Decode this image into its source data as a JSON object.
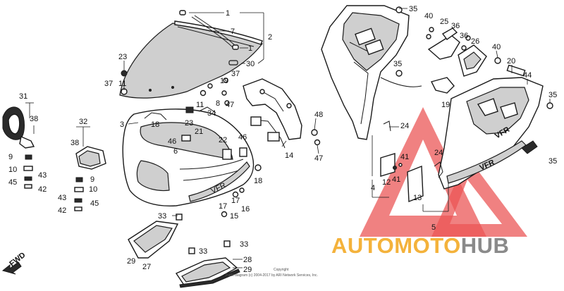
{
  "diagram": {
    "fwd_label": "FWD",
    "copyright_line1": "Copyright",
    "copyright_line2": "Parts diagram (c) 2004-2017 by ARI Network Services, Inc.",
    "watermark": {
      "part1": "AUTOMOTO",
      "part2": "HUB",
      "color1": "#f4b23b",
      "color2": "#8a8a8a",
      "triangle_color": "#e83a3a"
    },
    "body_text": {
      "fairing_side": "VFR",
      "tail_side": "VFR",
      "decal_panel": "VFR"
    },
    "callouts": {
      "c1a": "1",
      "c7": "7",
      "c2": "2",
      "c1b": "1",
      "c30": "30",
      "c37": "37",
      "c23": "23",
      "c37b": "37",
      "c11": "11",
      "c3": "3",
      "c19": "19",
      "c8": "8",
      "c11b": "11",
      "c47": "47",
      "c34": "34",
      "c18a": "18",
      "c23b": "23",
      "c21": "21",
      "c46": "46",
      "c6": "6",
      "c22": "22",
      "c46b": "46",
      "c14": "14",
      "c48": "48",
      "c47b": "47",
      "c31": "31",
      "c38": "38",
      "c9": "9",
      "c10": "10",
      "c43": "43",
      "c45": "45",
      "c42": "42",
      "c32": "32",
      "c38b": "38",
      "c9b": "9",
      "c10b": "10",
      "c43b": "43",
      "c45b": "45",
      "c42b": "42",
      "c18b": "18",
      "c17a": "17",
      "c17b": "17",
      "c16": "16",
      "c15": "15",
      "c33a": "33",
      "c29a": "29",
      "c27": "27",
      "c33b": "33",
      "c33c": "33",
      "c28": "28",
      "c29b": "29",
      "c35a": "35",
      "c40a": "40",
      "c25": "25",
      "c36a": "36",
      "c36b": "36",
      "c26": "26",
      "c40b": "40",
      "c35b": "35",
      "c20": "20",
      "c44": "44",
      "c19b": "19",
      "c35c": "35",
      "c24a": "24",
      "c41a": "41",
      "c24b": "24",
      "c12": "12",
      "c41b": "41",
      "c4": "4",
      "c13": "13",
      "c5": "5",
      "c35d": "35"
    }
  }
}
